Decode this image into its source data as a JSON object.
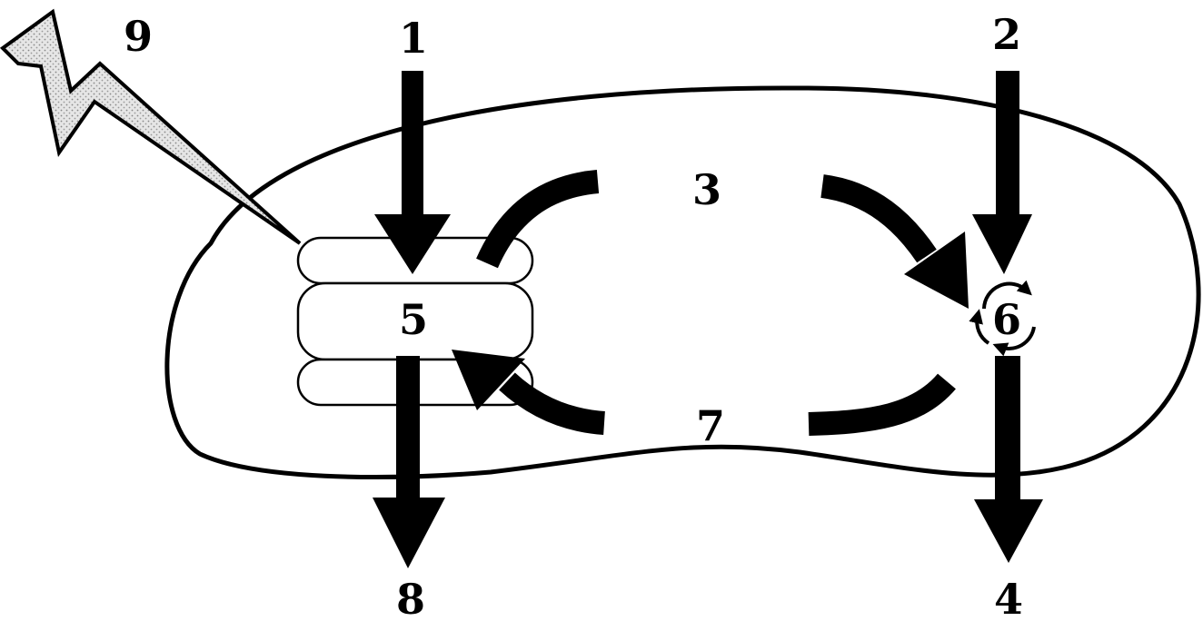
{
  "diagram": {
    "labels": {
      "l1": "1",
      "l2": "2",
      "l3": "3",
      "l4": "4",
      "l5": "5",
      "l6": "6",
      "l7": "7",
      "l8": "8",
      "l9": "9"
    },
    "colors": {
      "stroke": "#000000",
      "background": "#ffffff",
      "lightning_fill": "#d9d9d9"
    },
    "icons": {
      "lightning": "lightning-bolt-icon",
      "cycle": "cycle-arrows-icon"
    }
  }
}
